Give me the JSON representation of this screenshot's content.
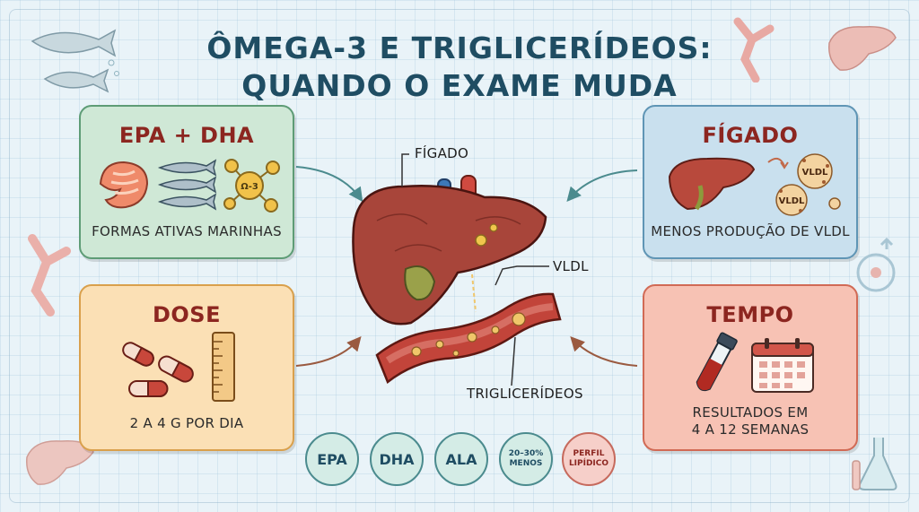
{
  "title": {
    "line1": "ÔMEGA-3 E TRIGLICERÍDEOS:",
    "line2": "QUANDO O EXAME MUDA"
  },
  "cards": {
    "epa": {
      "heading": "EPA + DHA",
      "caption": "FORMAS ATIVAS MARINHAS",
      "badge": "Ω-3"
    },
    "figado": {
      "heading": "FÍGADO",
      "caption": "MENOS PRODUÇÃO DE VLDL",
      "particle": "VLDL"
    },
    "dose": {
      "heading": "DOSE",
      "caption": "2 A 4 G POR DIA"
    },
    "tempo": {
      "heading": "TEMPO",
      "caption_line1": "RESULTADOS EM",
      "caption_line2": "4 A 12 SEMANAS"
    }
  },
  "center": {
    "label_figado": "FÍGADO",
    "label_vldl": "VLDL",
    "label_trig": "TRIGLICERÍDEOS"
  },
  "badges": [
    {
      "label": "EPA"
    },
    {
      "label": "DHA"
    },
    {
      "label": "ALA"
    },
    {
      "line1": "20–30%",
      "line2": "MENOS"
    },
    {
      "line1": "PERFIL",
      "line2": "LIPÍDICO"
    }
  ],
  "colors": {
    "heading_red": "#8c2620",
    "title_teal": "#1f4d63",
    "liver": "#a8453a",
    "vessel": "#c2443a"
  }
}
